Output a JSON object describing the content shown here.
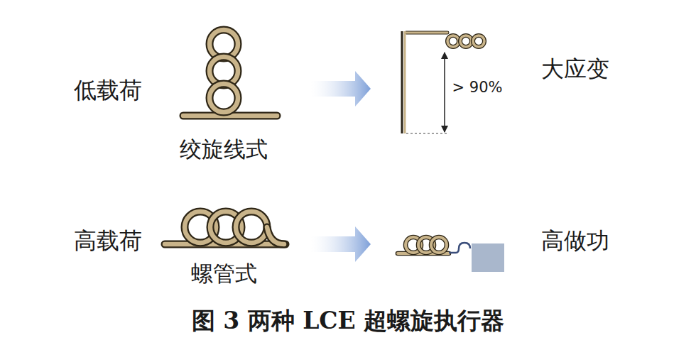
{
  "diagram": {
    "caption": "图 3 两种 LCE 超螺旋执行器",
    "labels": [
      "低载荷",
      "绞旋线式",
      "大应变",
      "> 90%",
      "高载荷",
      "螺管式",
      "高做功"
    ]
  }
}
